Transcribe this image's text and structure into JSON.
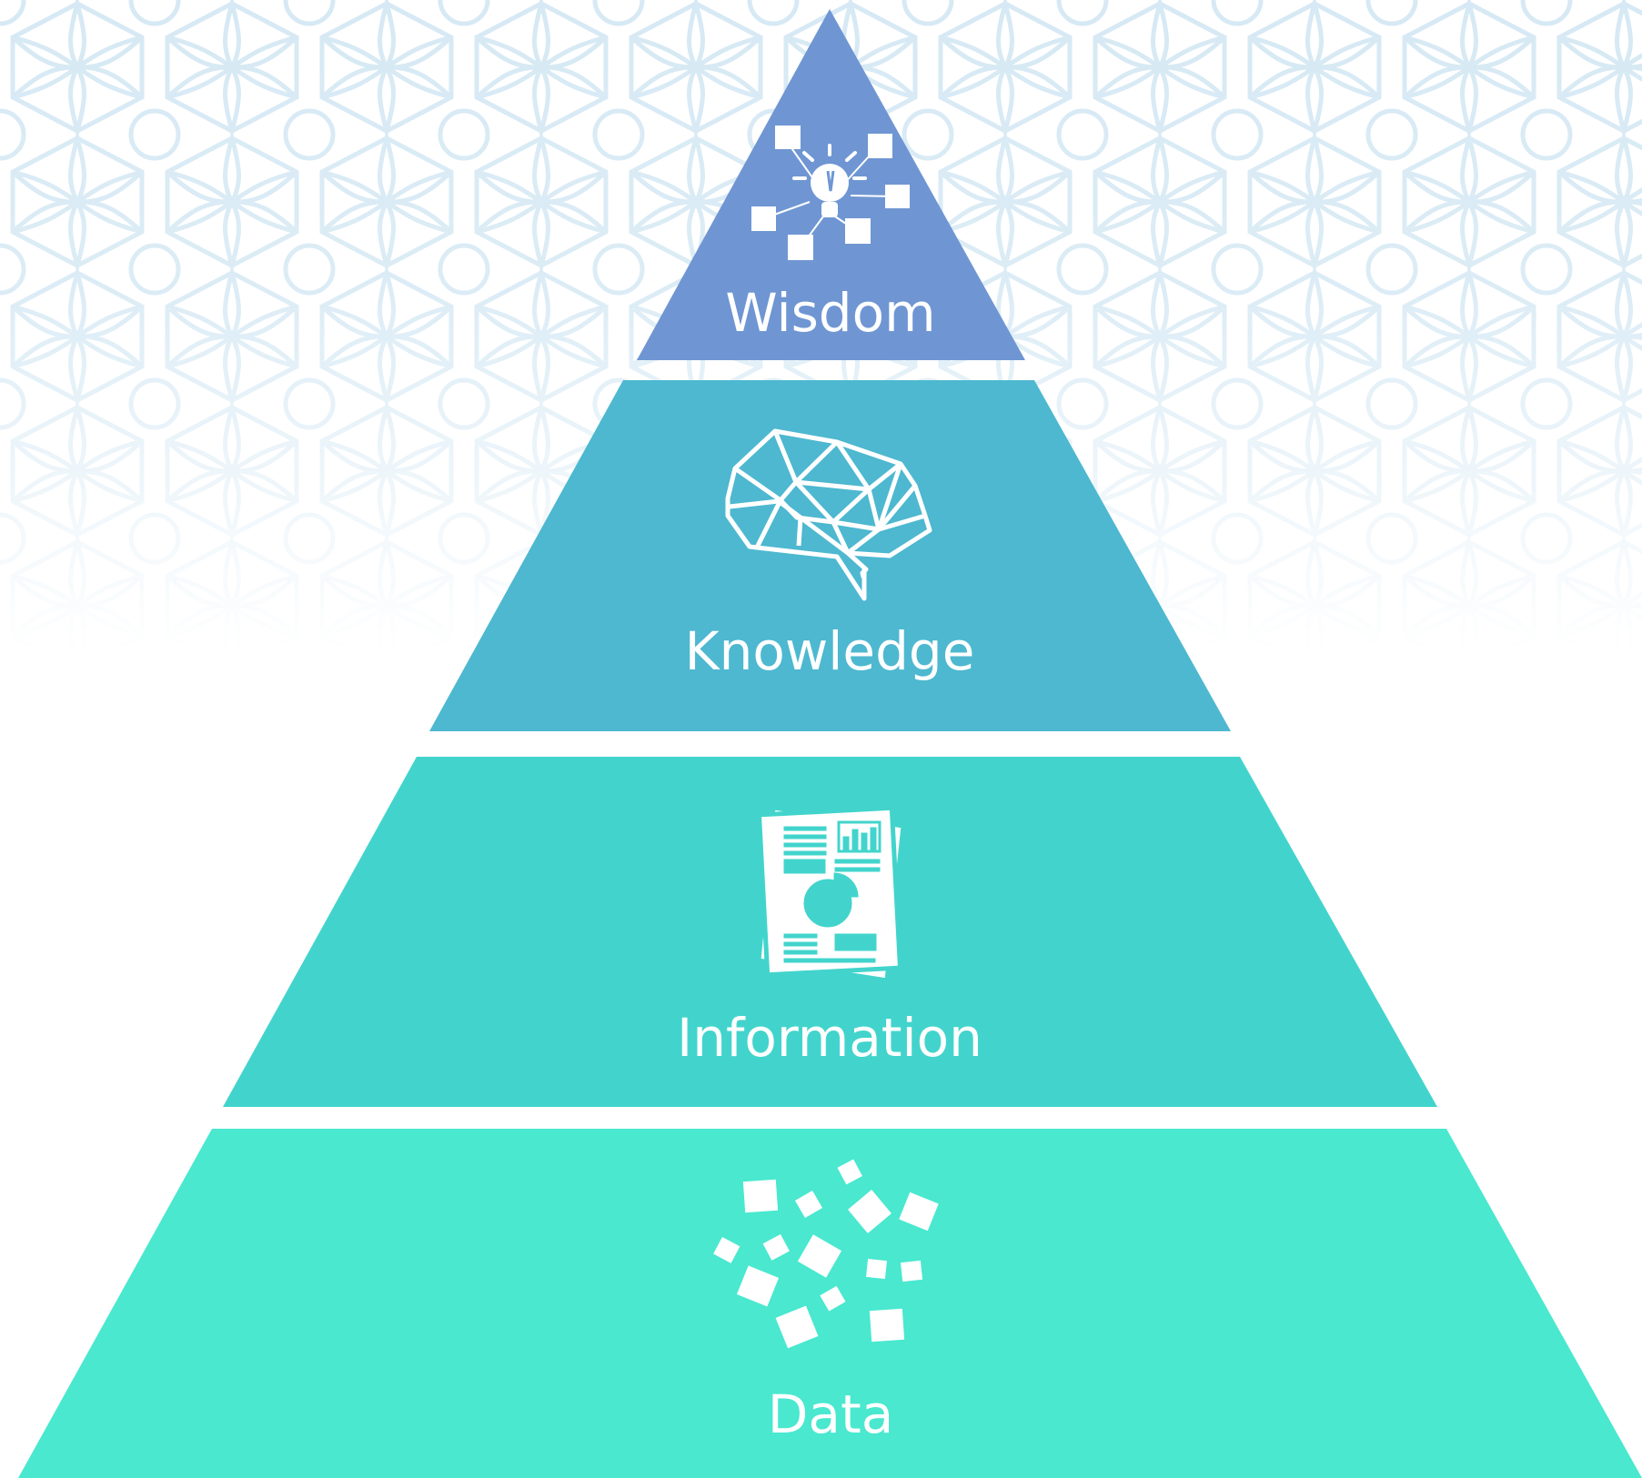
{
  "colors": {
    "wisdom": "#6f96d3",
    "knowledge": "#4db8d0",
    "information": "#42d4cc",
    "data": "#49e8cf",
    "pattern": "#d6e9f4",
    "icon": "#ffffff"
  },
  "tiers": [
    {
      "key": "wisdom",
      "label": "Wisdom",
      "icon": "lightbulb-network-icon"
    },
    {
      "key": "knowledge",
      "label": "Knowledge",
      "icon": "brain-network-icon"
    },
    {
      "key": "information",
      "label": "Information",
      "icon": "report-document-icon"
    },
    {
      "key": "data",
      "label": "Data",
      "icon": "scattered-squares-icon"
    }
  ]
}
